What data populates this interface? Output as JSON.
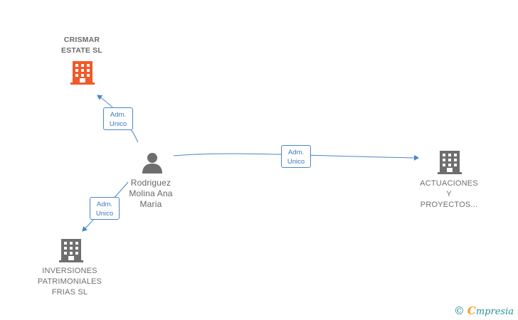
{
  "nodes": {
    "crismar": {
      "lines": [
        "CRISMAR",
        "ESTATE  SL"
      ],
      "color": "#f05a28"
    },
    "person": {
      "lines": [
        "Rodriguez",
        "Molina Ana",
        "Maria"
      ],
      "color": "#6e6e6e"
    },
    "actuaciones": {
      "lines": [
        "ACTUACIONES",
        "Y",
        "PROYECTOS..."
      ],
      "color": "#6e6e6e"
    },
    "inversiones": {
      "lines": [
        "INVERSIONES",
        "PATRIMONIALES",
        "FRIAS SL"
      ],
      "color": "#6e6e6e"
    }
  },
  "edges": {
    "to_crismar": {
      "line1": "Adm.",
      "line2": "Unico"
    },
    "to_actuaciones": {
      "line1": "Adm.",
      "line2": "Unico"
    },
    "to_inversiones": {
      "line1": "Adm.",
      "line2": "Unico"
    }
  },
  "colors": {
    "edge": "#4a86c8",
    "highlight": "#f05a28",
    "building": "#6e6e6e"
  },
  "footer": {
    "copyright_symbol": "©",
    "brand_initial": "C",
    "brand_rest": "mpresia"
  }
}
